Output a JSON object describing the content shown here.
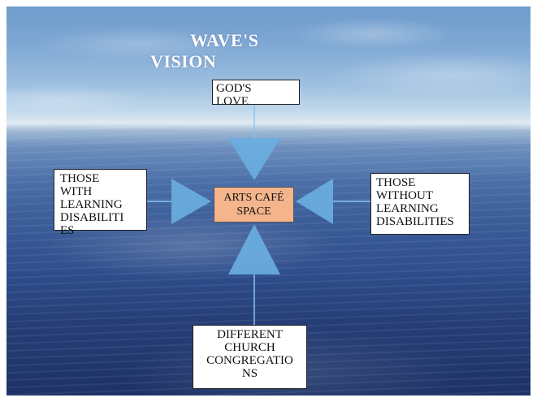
{
  "slide": {
    "title_line1": "WAVE'S",
    "title_line2": "VISION"
  },
  "nodes": {
    "top": [
      "GOD'S",
      "LOVE"
    ],
    "left": [
      "THOSE",
      "WITH",
      "LEARNING",
      "DISABILITI",
      "ES"
    ],
    "right": [
      "THOSE",
      "WITHOUT",
      "LEARNING",
      "DISABILITIES"
    ],
    "bottom": [
      "DIFFERENT",
      "CHURCH",
      "CONGREGATIO",
      "NS"
    ],
    "center": [
      "ARTS CAFÉ",
      "SPACE"
    ]
  },
  "colors": {
    "arrow": "#6aaee0",
    "connector": "#8cc4ee",
    "center_fill": "#f4b48c",
    "title": "#ffffff"
  }
}
